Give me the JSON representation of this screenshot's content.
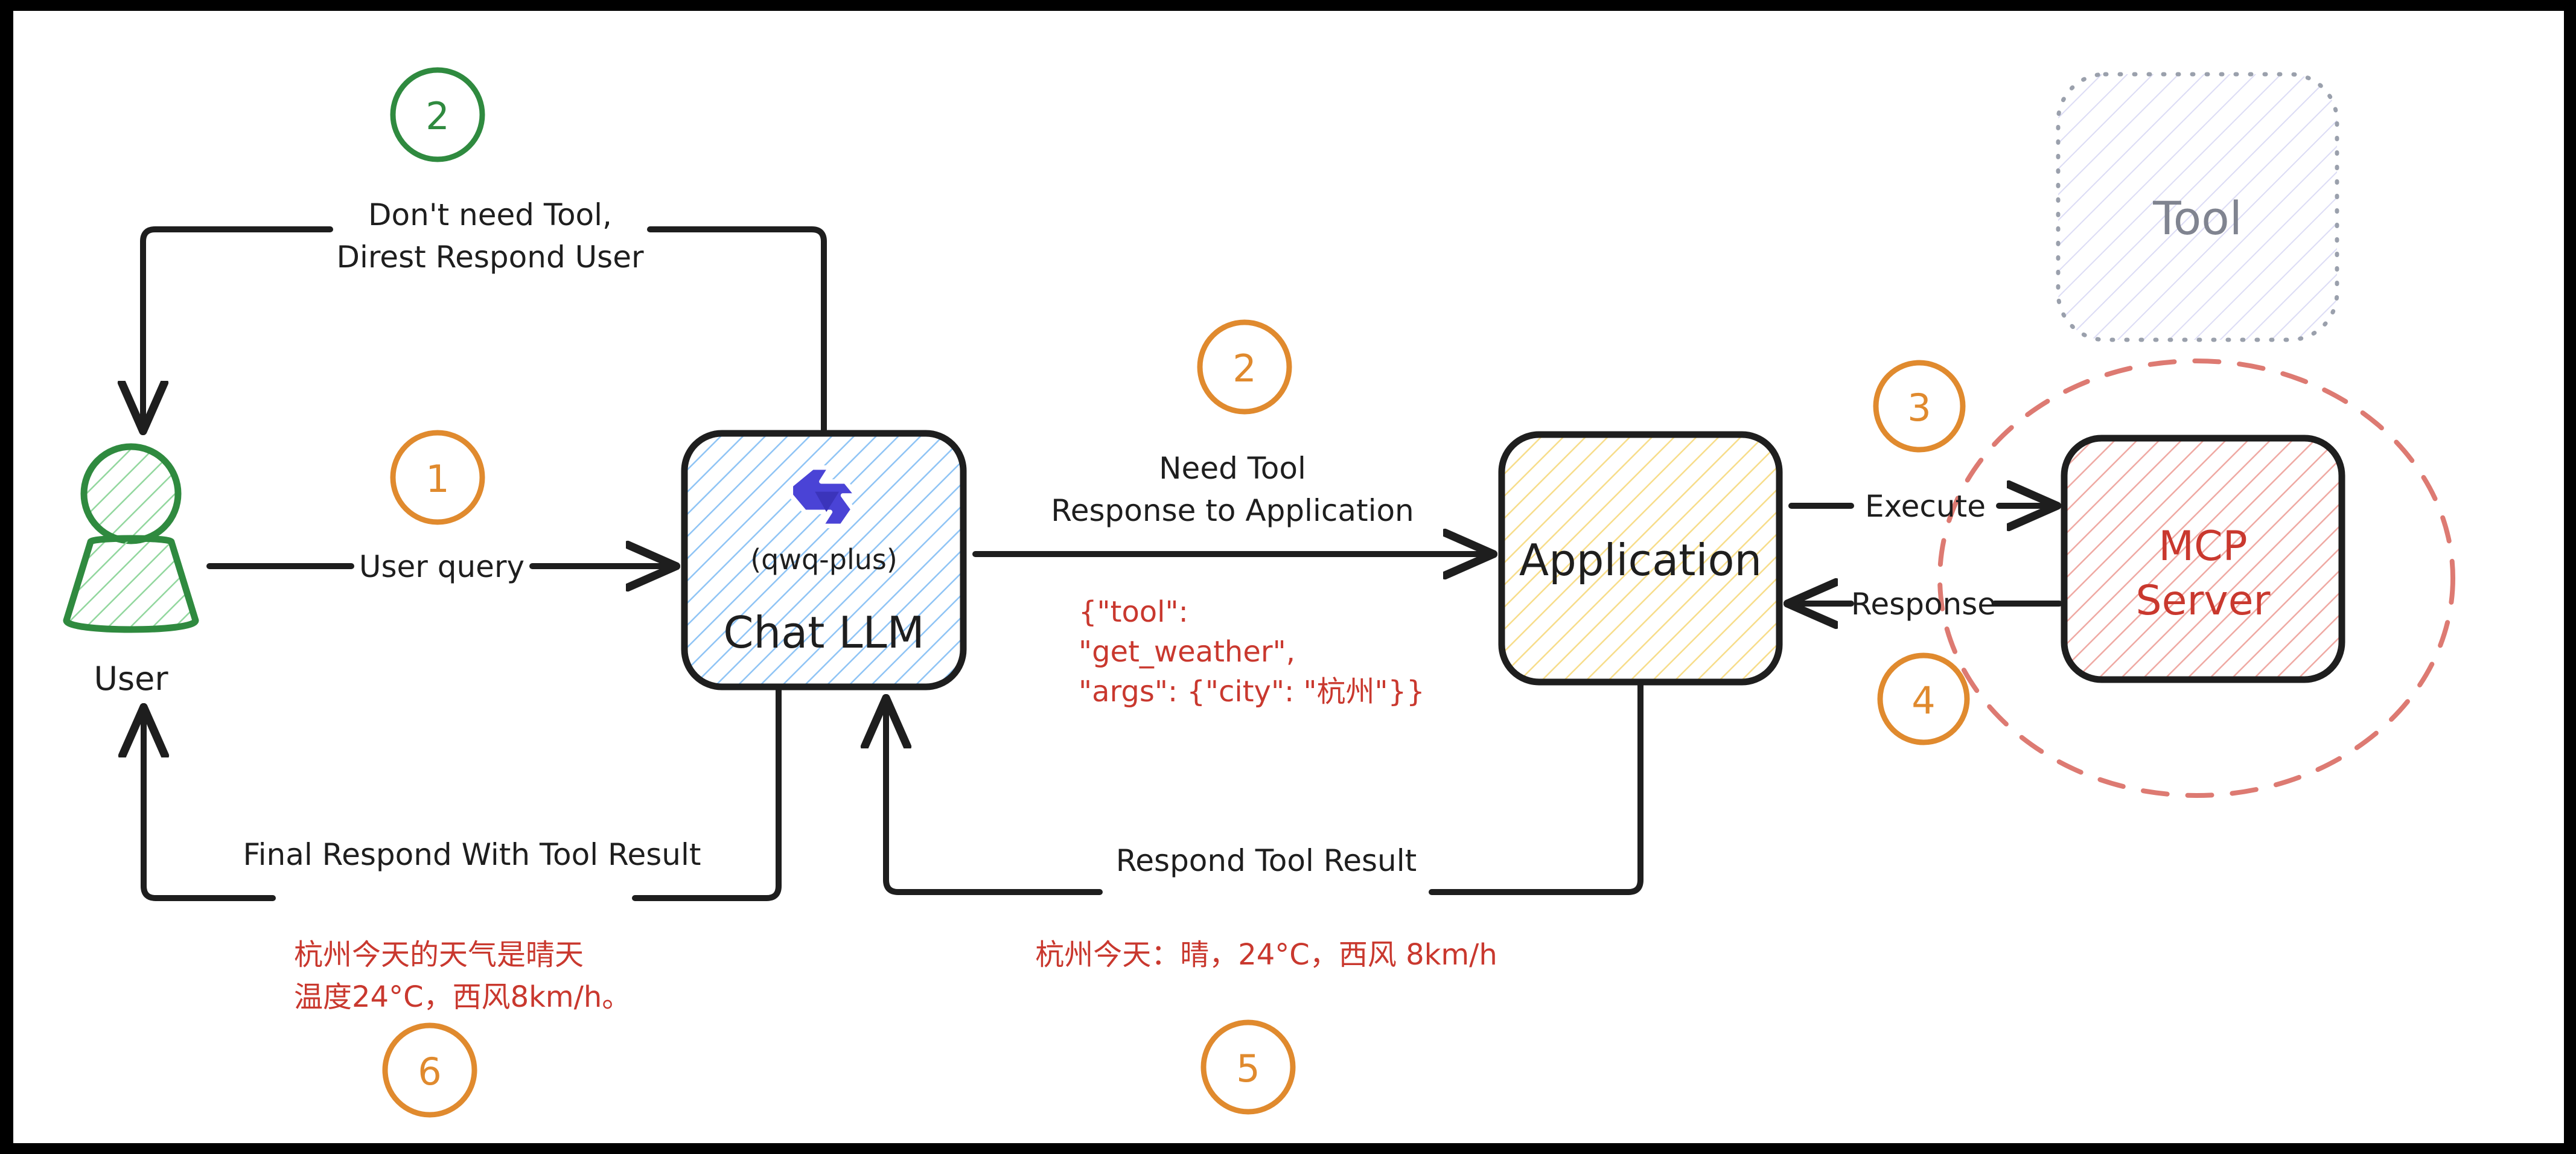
{
  "diagram": {
    "title": "MCP Tool-Calling Flow",
    "background_color": "#ffffff",
    "frame_color": "#000000",
    "stroke_color": "#1e1e1e",
    "accent_orange": "#e08a2e",
    "accent_green": "#2f8a3f",
    "accent_red": "#c9382e",
    "accent_blue": "#5a5ae0",
    "accent_yellow": "#f0d264",
    "accent_grey": "#808490"
  },
  "nodes": {
    "user": {
      "label": "User",
      "icon": "user-actor-icon",
      "color": "#2f8a3f",
      "hatch": "#8fd49a"
    },
    "chat_llm": {
      "label": "Chat LLM",
      "sublabel": "(qwq-plus)",
      "icon": "qwen-logo-icon",
      "border": "#1e1e1e",
      "hatch": "#8fc4f5"
    },
    "application": {
      "label": "Application",
      "border": "#1e1e1e",
      "hatch": "#f7dd8a"
    },
    "mcp_server": {
      "label_line1": "MCP",
      "label_line2": "Server",
      "text_color": "#c9382e",
      "border": "#1e1e1e",
      "hatch": "#efa9a3",
      "boundary": "dashed-circle",
      "boundary_color": "#dd7a72"
    },
    "tool": {
      "label": "Tool",
      "text_color": "#808490",
      "border": "#9aa0ac",
      "border_style": "dotted",
      "hatch": "#dcdcf5",
      "state": "faded"
    }
  },
  "edges": [
    {
      "id": "user-query",
      "label": "User query",
      "from": "user",
      "to": "chat_llm",
      "direction": "right"
    },
    {
      "id": "dont-need-tool",
      "label_line1": "Don't need Tool,",
      "label_line2": "Direst Respond User",
      "from": "chat_llm",
      "to": "user",
      "direction": "left-up"
    },
    {
      "id": "need-tool",
      "label_line1": "Need Tool",
      "label_line2": "Response to Application",
      "payload": "{\"tool\": \"get_weather\", \"args\": {\"city\": \"杭州\"}}",
      "payload_line1": "{\"tool\":",
      "payload_line2": "\"get_weather\",",
      "payload_line3": "\"args\": {\"city\": \"杭州\"}}",
      "payload_color": "#c9382e",
      "from": "chat_llm",
      "to": "application",
      "direction": "right"
    },
    {
      "id": "execute",
      "label": "Execute",
      "from": "application",
      "to": "mcp_server",
      "direction": "right"
    },
    {
      "id": "response",
      "label": "Response",
      "from": "mcp_server",
      "to": "application",
      "direction": "left"
    },
    {
      "id": "respond-tool-result",
      "label": "Respond Tool Result",
      "payload": "杭州今天：晴，24°C，西风 8km/h",
      "payload_color": "#c9382e",
      "from": "application",
      "to": "chat_llm",
      "direction": "left-up"
    },
    {
      "id": "final-respond",
      "label": "Final Respond With Tool Result",
      "payload_line1": "杭州今天的天气是晴天",
      "payload_line2": "温度24°C，西风8km/h。",
      "payload_color": "#c9382e",
      "from": "chat_llm",
      "to": "user",
      "direction": "left-up"
    }
  ],
  "step_badges": [
    {
      "id": "badge-2-top",
      "number": "2",
      "color": "#2f8a3f",
      "position": "top-left"
    },
    {
      "id": "badge-1",
      "number": "1",
      "color": "#e08a2e",
      "position": "user-to-llm"
    },
    {
      "id": "badge-2-mid",
      "number": "2",
      "color": "#e08a2e",
      "position": "llm-to-app"
    },
    {
      "id": "badge-3",
      "number": "3",
      "color": "#e08a2e",
      "position": "app-to-mcp"
    },
    {
      "id": "badge-4",
      "number": "4",
      "color": "#e08a2e",
      "position": "mcp-to-app"
    },
    {
      "id": "badge-5",
      "number": "5",
      "color": "#e08a2e",
      "position": "bottom-center"
    },
    {
      "id": "badge-6",
      "number": "6",
      "color": "#e08a2e",
      "position": "bottom-left"
    }
  ]
}
